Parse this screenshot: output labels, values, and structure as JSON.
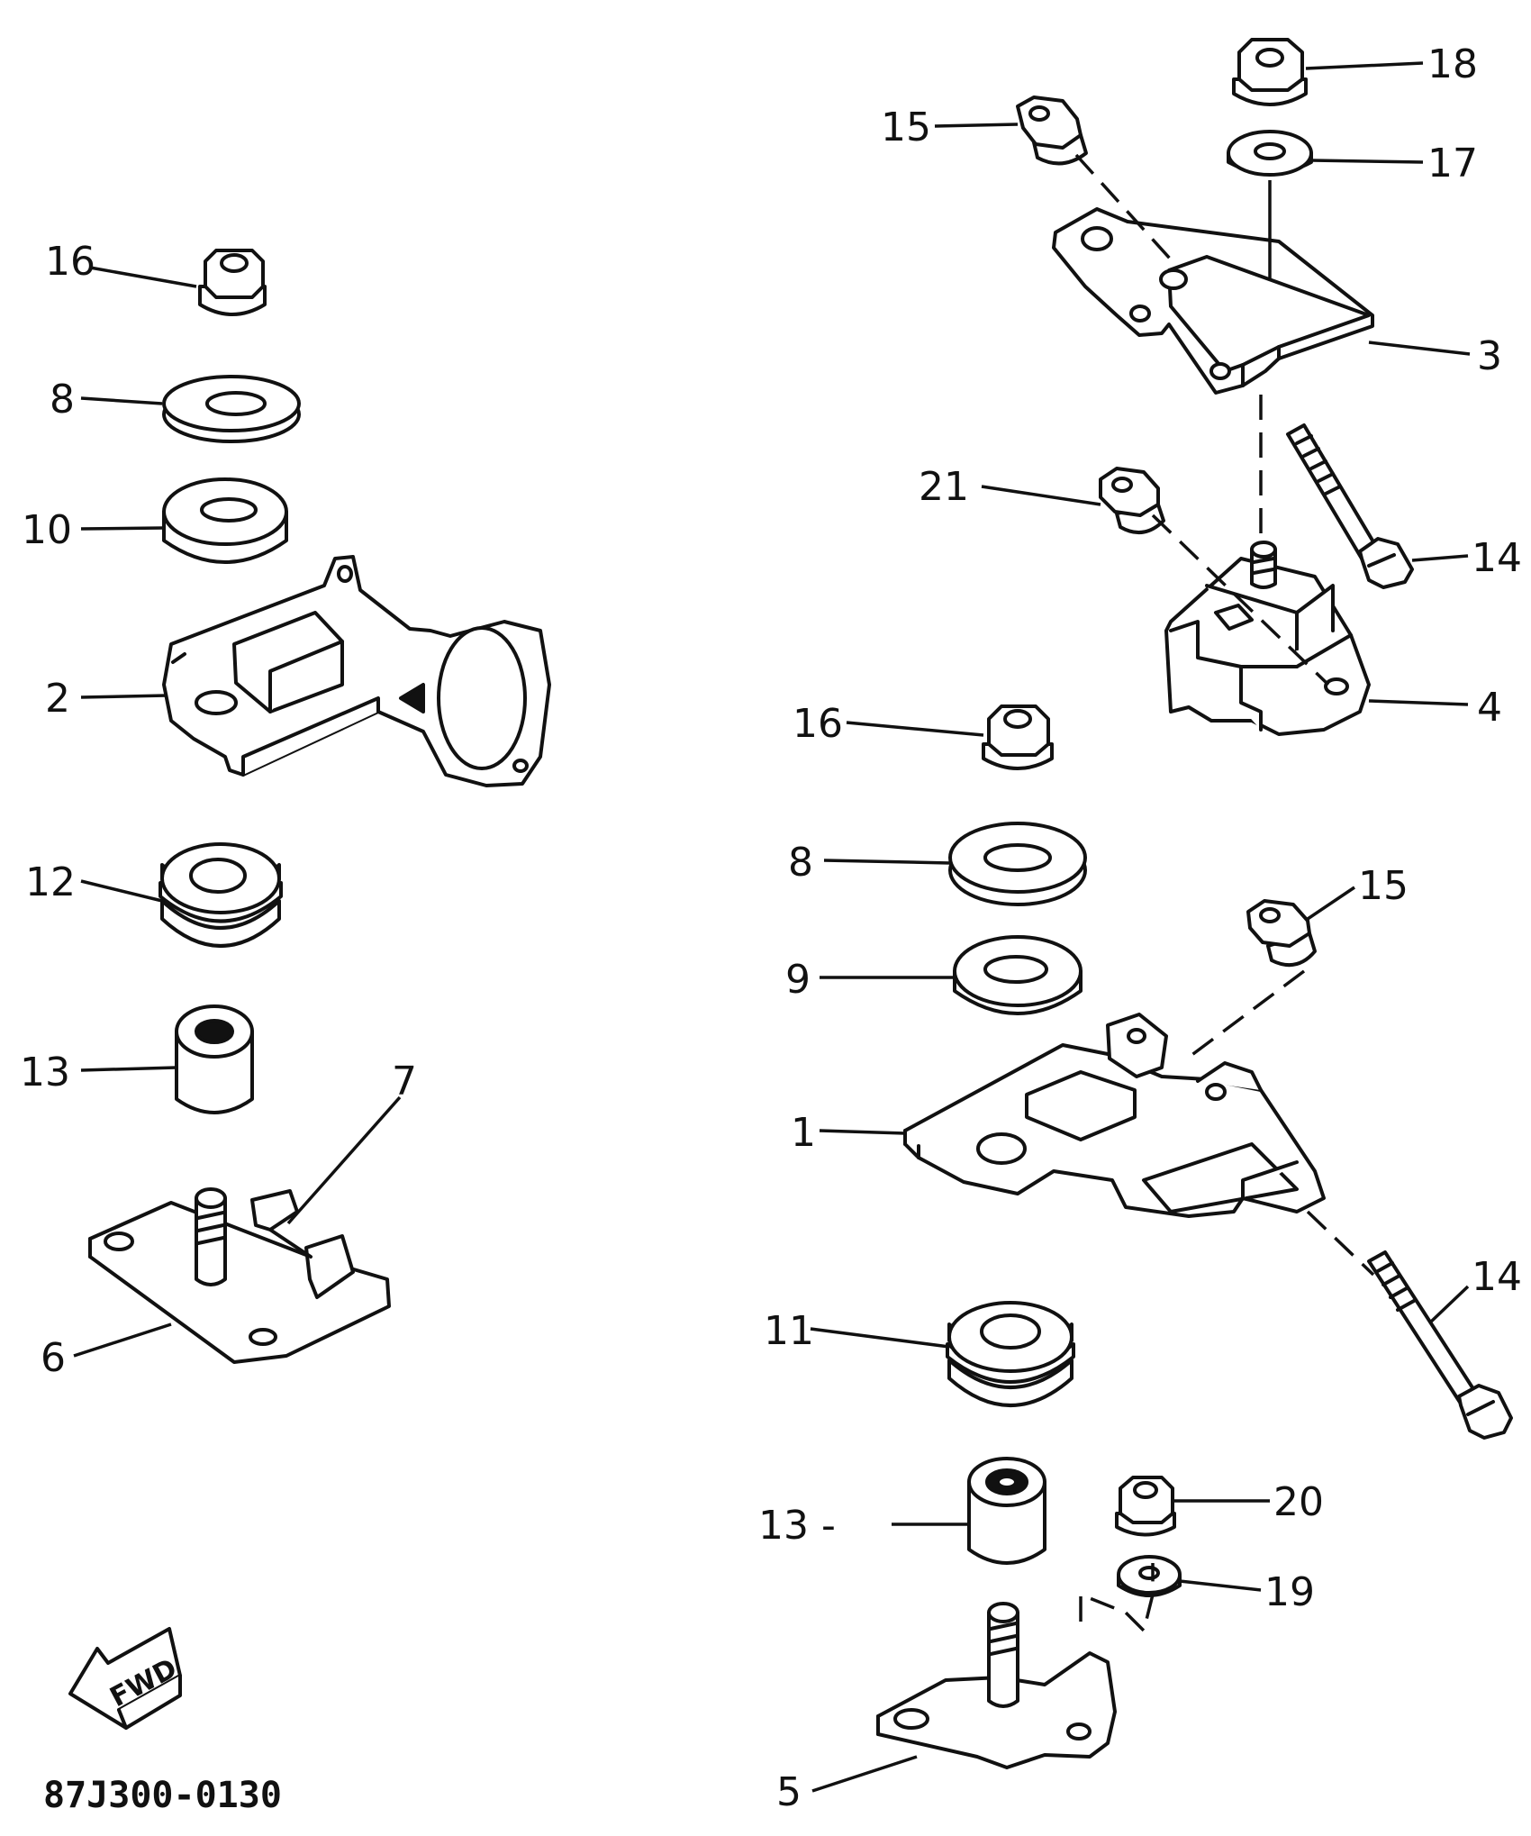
{
  "diagram": {
    "catalog_code": "87J300-0130",
    "forward_arrow_label": "FWD",
    "labels": {
      "l1": "1",
      "l2": "2",
      "l3": "3",
      "l4": "4",
      "l5": "5",
      "l6": "6",
      "l7": "7",
      "l8a": "8",
      "l8b": "8",
      "l9": "9",
      "l10": "10",
      "l11": "11",
      "l12": "12",
      "l13a": "13",
      "l13b": "13 -",
      "l14a": "14",
      "l14b": "14",
      "l15a": "15",
      "l15b": "15",
      "l16a": "16",
      "l16b": "16",
      "l17": "17",
      "l18": "18",
      "l19": "19",
      "l20": "20",
      "l21": "21"
    }
  }
}
